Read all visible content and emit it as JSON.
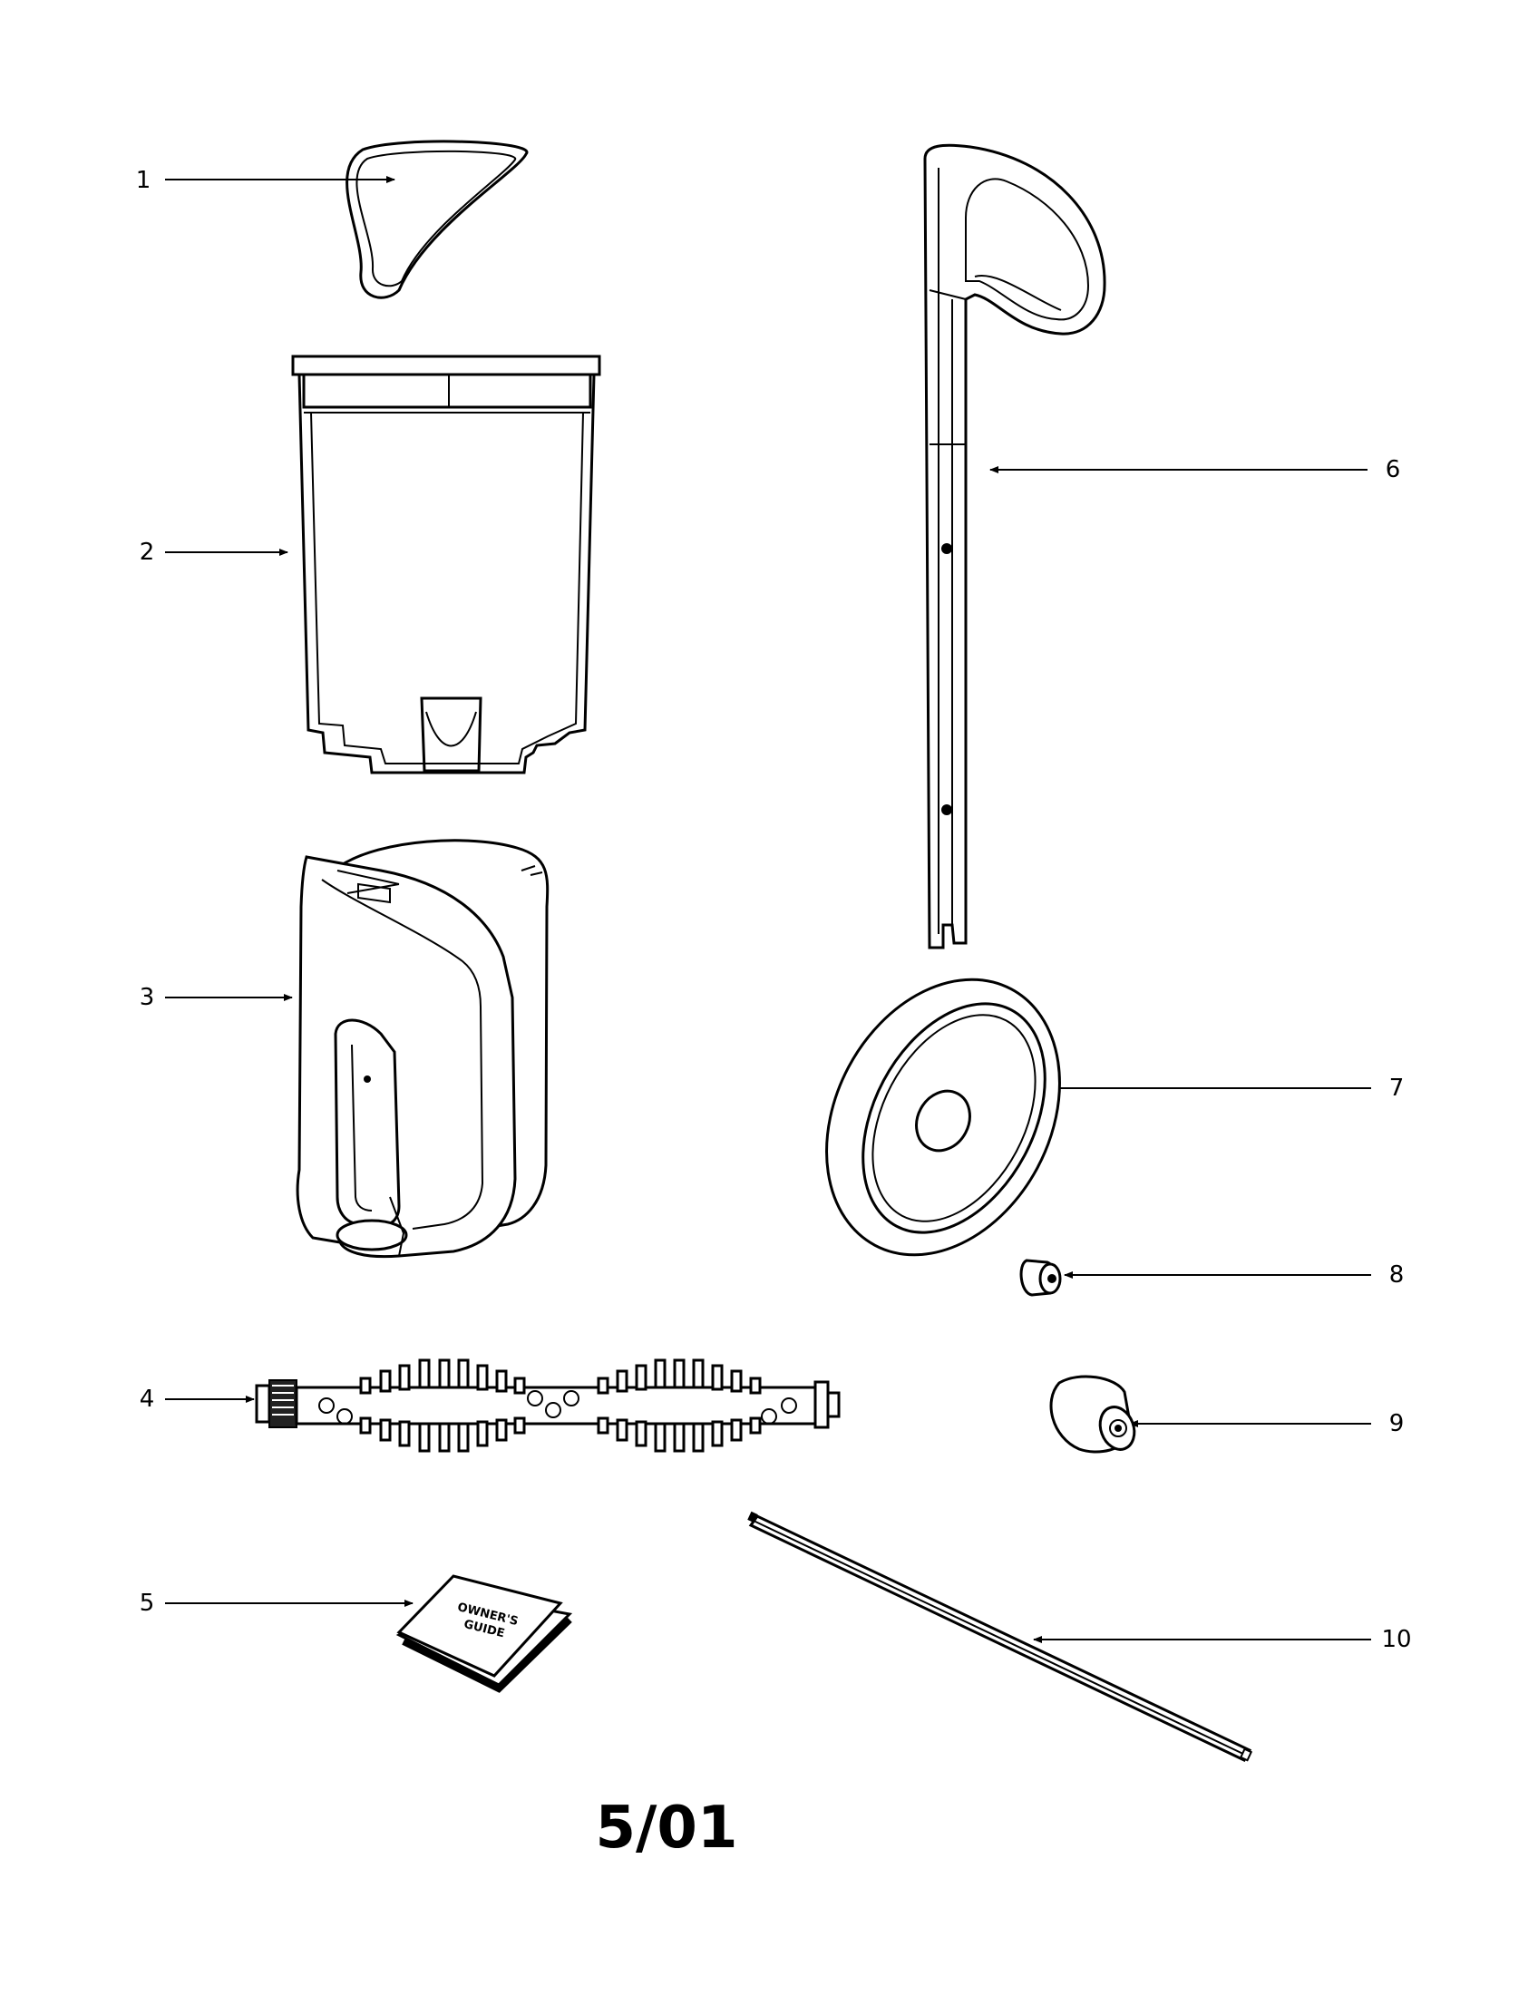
{
  "callouts": [
    {
      "number": "1"
    },
    {
      "number": "2"
    },
    {
      "number": "3"
    },
    {
      "number": "4"
    },
    {
      "number": "5"
    },
    {
      "number": "6"
    },
    {
      "number": "7"
    },
    {
      "number": "8"
    },
    {
      "number": "9"
    },
    {
      "number": "10"
    }
  ],
  "booklet": {
    "line1": "OWNER'S",
    "line2": "GUIDE"
  },
  "date_code": "5/01"
}
